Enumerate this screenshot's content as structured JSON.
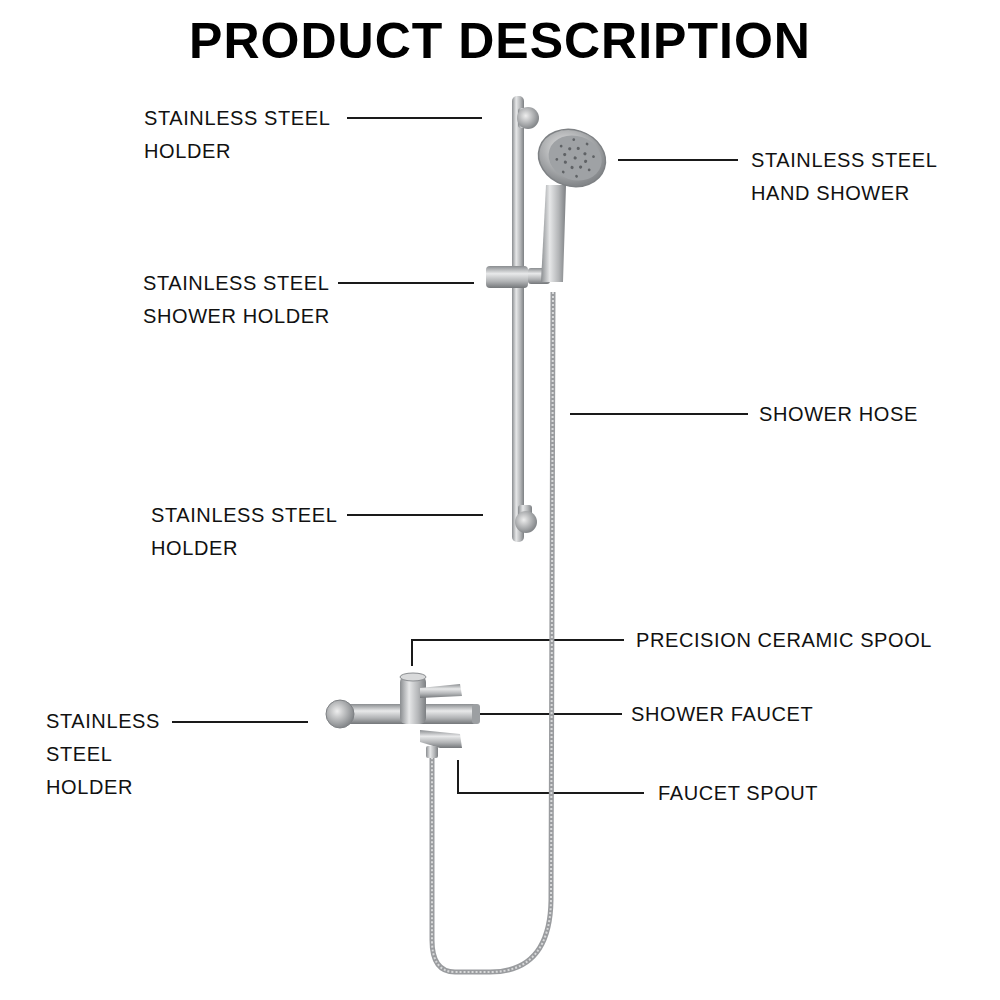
{
  "diagram": {
    "title": "PRODUCT DESCRIPTION",
    "labels": [
      "STAINLESS STEEL HOLDER",
      "STAINLESS STEEL HAND SHOWER",
      "STAINLESS STEEL SHOWER HOLDER",
      "SHOWER HOSE",
      "STAINLESS STEEL HOLDER",
      "PRECISION CERAMIC SPOOL",
      "STAINLESS STEEL HOLDER",
      "SHOWER FAUCET",
      "FAUCET SPOUT"
    ]
  }
}
